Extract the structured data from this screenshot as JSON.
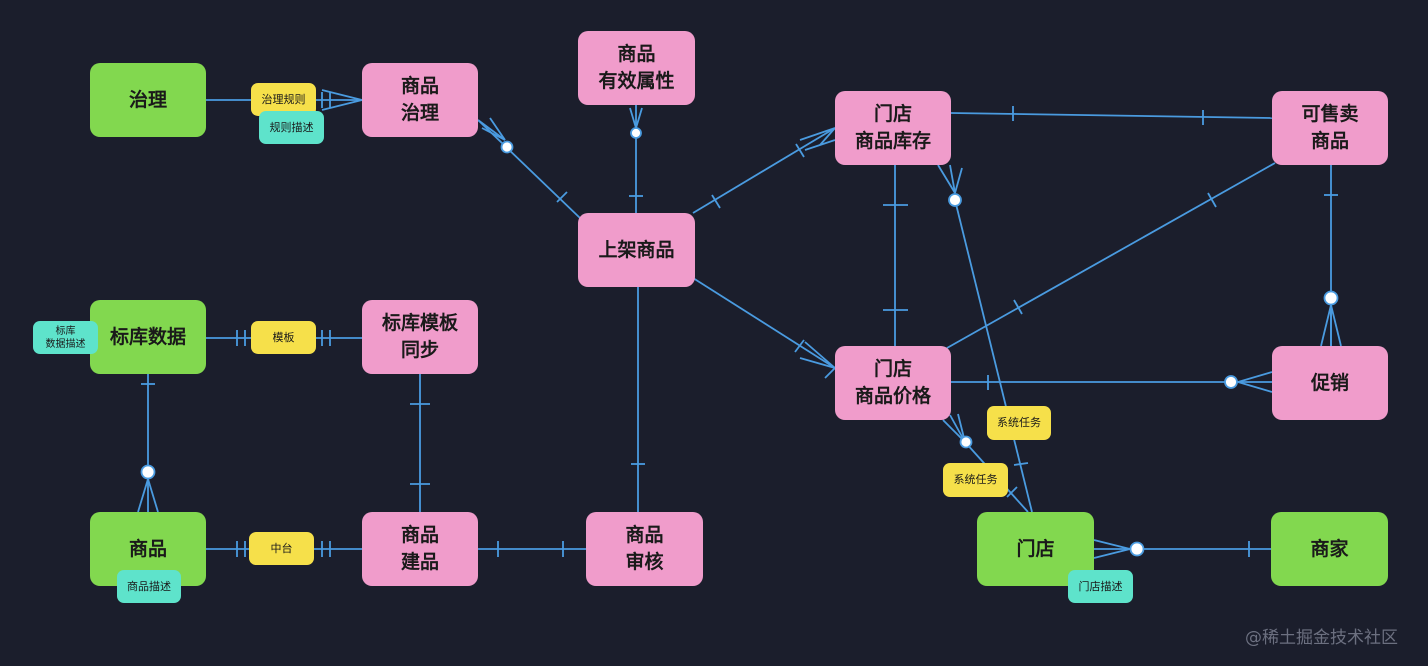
{
  "nodes": {
    "zhili": "治理",
    "shangpin_zhili": "商品\n治理",
    "youxiao_shuxing": "商品\n有效属性",
    "mendian_kucun": "门店\n商品库存",
    "kesshou": "可售卖\n商品",
    "shangjia_shangpin": "上架商品",
    "biaoku_shuju": "标库数据",
    "biaoku_moban": "标库模板\n同步",
    "mendian_jiage": "门店\n商品价格",
    "cuxiao": "促销",
    "shangpin": "商品",
    "jianpin": "商品\n建品",
    "shenhe": "商品\n审核",
    "mendian": "门店",
    "shangjia": "商家"
  },
  "tags": {
    "zhili_guize": "治理规则",
    "guize_miaoshu": "规则描述",
    "biaoku_miaoshu": "标库\n数据描述",
    "moban": "模板",
    "zhongtai": "中台",
    "shangpin_miaoshu": "商品描述",
    "xitong_renwu_1": "系统任务",
    "xitong_renwu_2": "系统任务",
    "mendian_miaoshu": "门店描述"
  },
  "colors": {
    "background": "#1b1e2c",
    "edge": "#4a9be0",
    "entity_pink": "#f09ccb",
    "entity_green": "#82d84f",
    "tag_yellow": "#f6e04a",
    "tag_teal": "#5ee3cb"
  },
  "watermark": "@稀土掘金技术社区"
}
